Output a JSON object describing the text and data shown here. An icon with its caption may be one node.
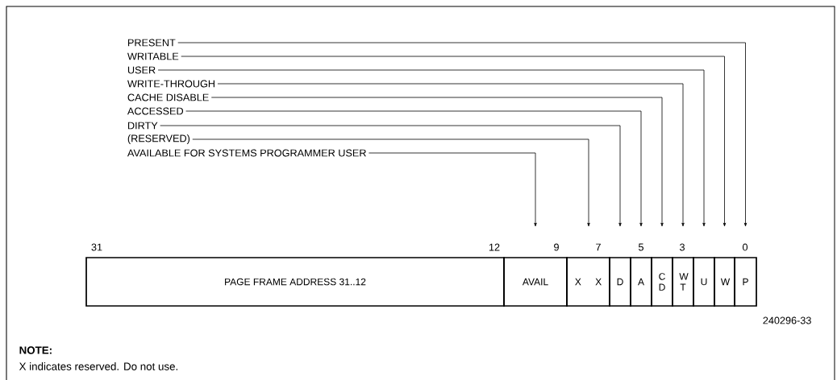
{
  "diagram": {
    "nodes": [
      {
        "text": [
          "PRESENT"
        ]
      },
      {
        "text": [
          "WRITABLE"
        ]
      },
      {
        "text": [
          "USER"
        ]
      },
      {
        "text": [
          "WRITE-THROUGH"
        ]
      },
      {
        "text": [
          "CACHE DISABLE"
        ]
      },
      {
        "text": [
          "ACCESSED"
        ]
      },
      {
        "text": [
          "DIRTY"
        ]
      },
      {
        "text": [
          "(RESERVED)"
        ]
      },
      {
        "text": [
          "AVAILABLE FOR SYSTEMS PROGRAMMER USER"
        ]
      },
      {
        "text": [
          "PAGE FRAME ADDRESS 31..12"
        ]
      },
      {
        "text": [
          "AVAIL"
        ]
      },
      {
        "text": [
          "X",
          "X"
        ]
      },
      {
        "text": [
          "D"
        ]
      },
      {
        "text": [
          "A"
        ]
      },
      {
        "text": [
          "C D"
        ]
      },
      {
        "text": [
          "W T"
        ]
      },
      {
        "text": [
          "U"
        ]
      },
      {
        "text": [
          "W"
        ]
      },
      {
        "text": [
          "P"
        ]
      }
    ],
    "edges": [
      {
        "from": 0,
        "to": 18,
        "arrow": "to"
      },
      {
        "from": 1,
        "to": 17,
        "arrow": "to"
      },
      {
        "from": 2,
        "to": 16,
        "arrow": "to"
      },
      {
        "from": 3,
        "to": 15,
        "arrow": "to"
      },
      {
        "from": 4,
        "to": 14,
        "arrow": "to"
      },
      {
        "from": 5,
        "to": 13,
        "arrow": "to"
      },
      {
        "from": 6,
        "to": 12,
        "arrow": "to"
      },
      {
        "from": 7,
        "to": 11,
        "arrow": "to"
      },
      {
        "from": 8,
        "to": 10,
        "arrow": "to"
      }
    ],
    "labels": [
      "31",
      "12",
      "9",
      "7",
      "5",
      "3",
      "0",
      "240296-33",
      "NOTE:",
      "X indicates reserved. Do not use."
    ]
  }
}
